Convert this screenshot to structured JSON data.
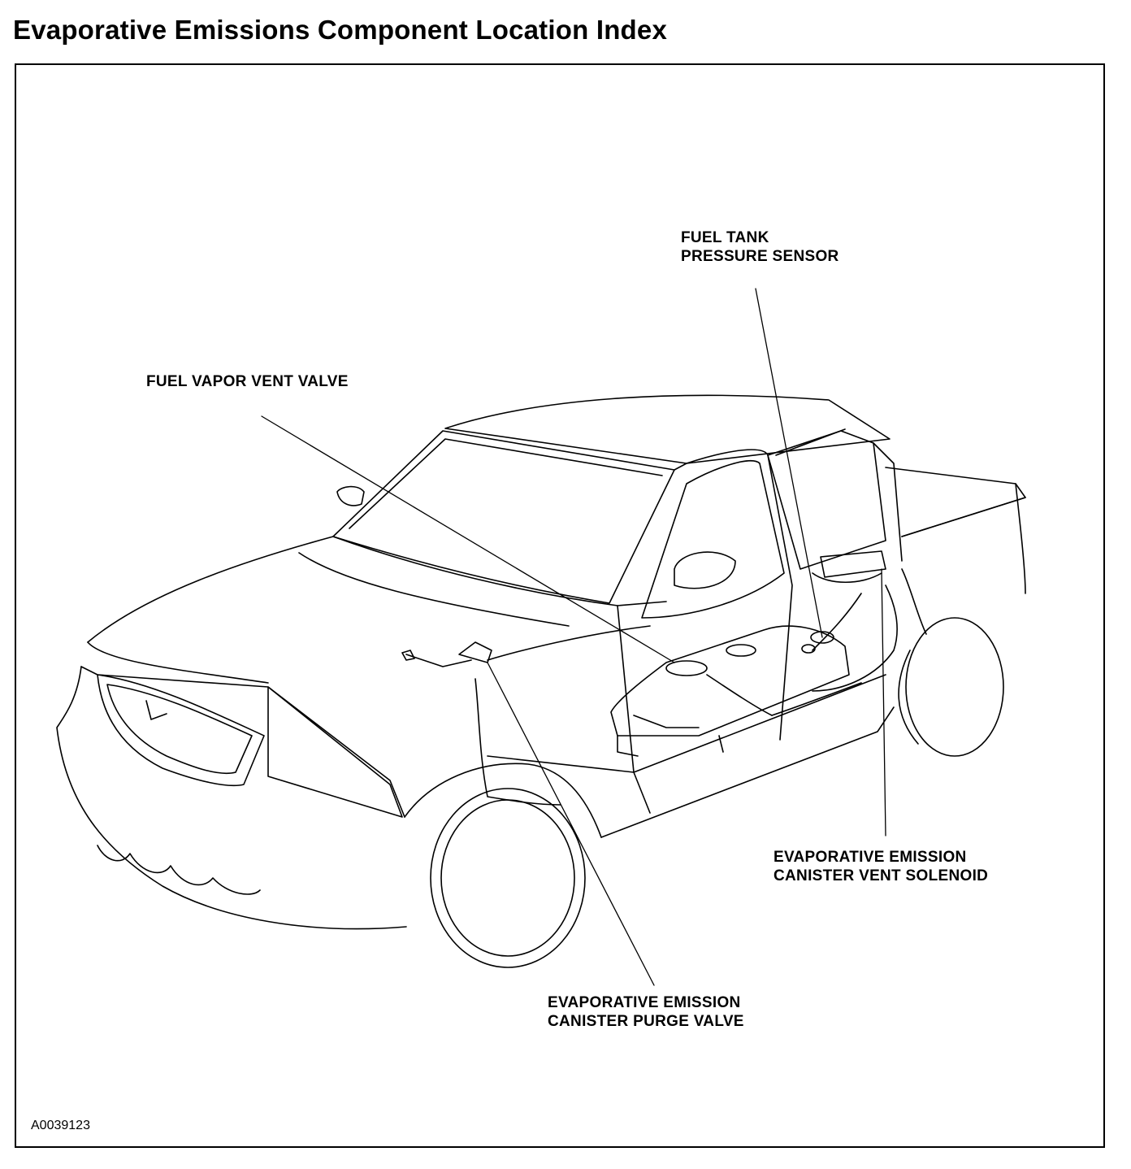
{
  "title": "Evaporative Emissions Component Location Index",
  "figure_id": "A0039123",
  "callouts": {
    "fuel_tank_pressure_sensor": {
      "line1": "FUEL TANK",
      "line2": "PRESSURE SENSOR"
    },
    "fuel_vapor_vent_valve": {
      "line1": "FUEL VAPOR VENT VALVE"
    },
    "canister_vent_solenoid": {
      "line1": "EVAPORATIVE EMISSION",
      "line2": "CANISTER VENT SOLENOID"
    },
    "canister_purge_valve": {
      "line1": "EVAPORATIVE EMISSION",
      "line2": "CANISTER PURGE VALVE"
    }
  },
  "illustration": {
    "subject": "pickup-truck-evap-system-line-drawing",
    "line_color": "#000000",
    "background_color": "#ffffff"
  }
}
